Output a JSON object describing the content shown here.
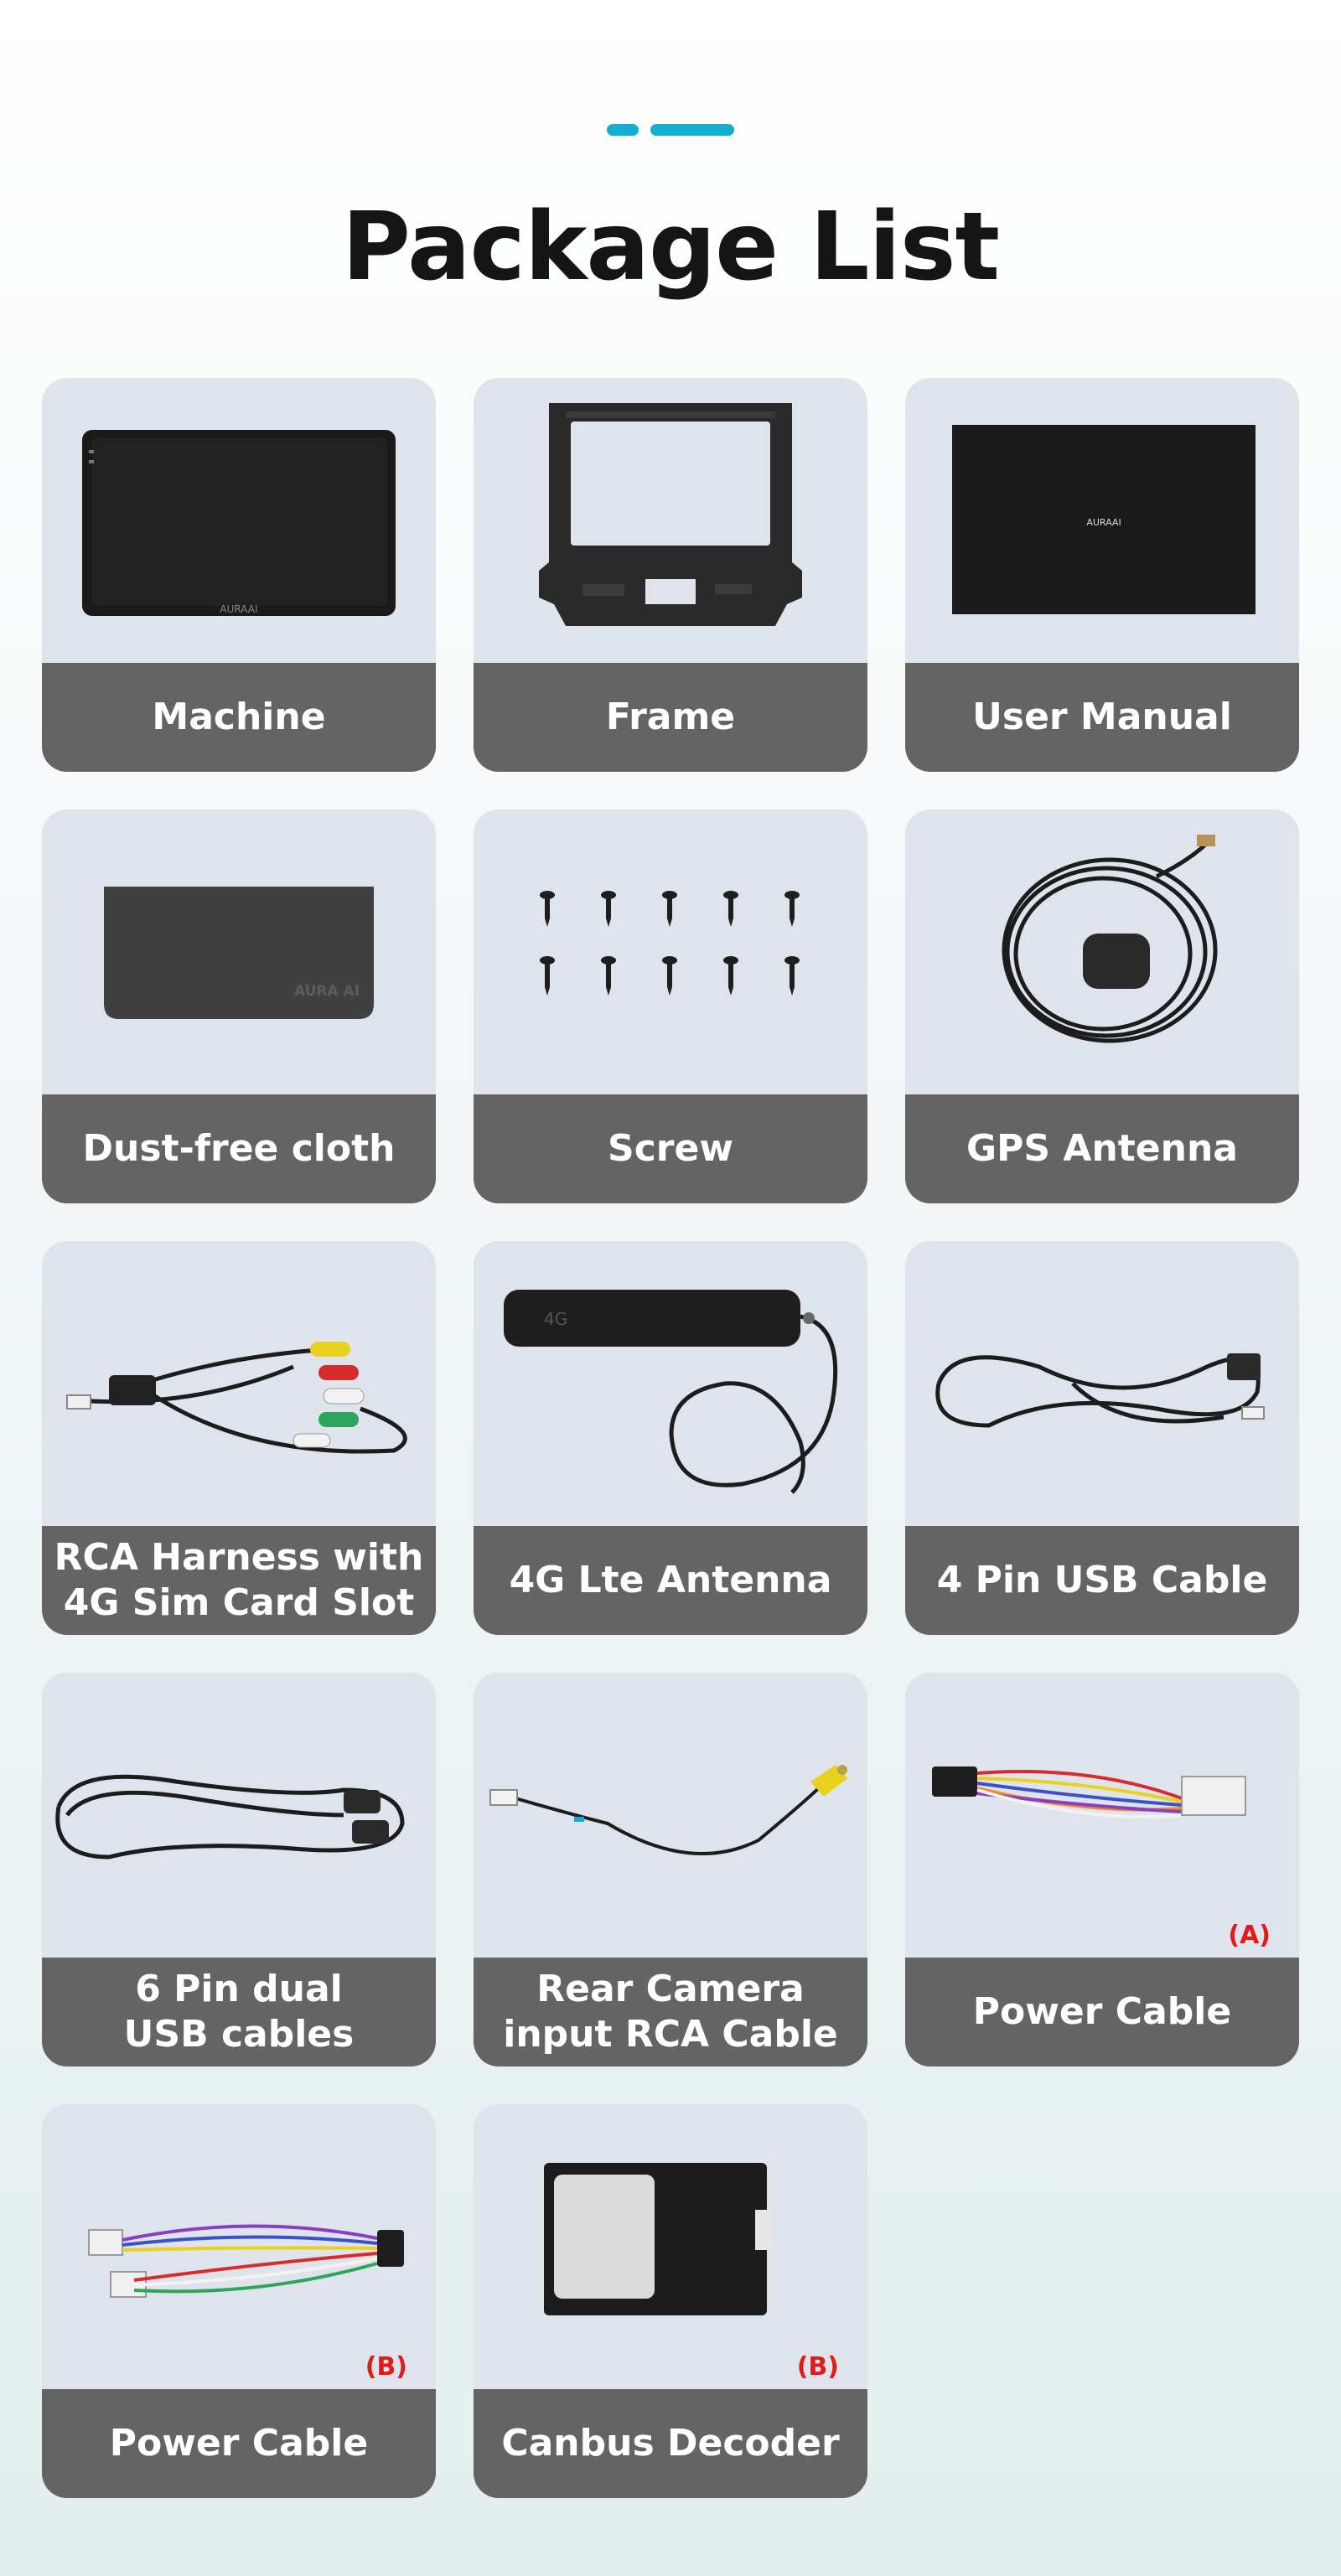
{
  "page_title": "Package List",
  "colors": {
    "accent": "#16aecf",
    "card_bg": "#dfe3ec",
    "label_bg": "#646464",
    "tag": "#e21a1a"
  },
  "items": [
    {
      "label": "Machine",
      "icon": "car-stereo-screen-icon",
      "brand": "AURAAI"
    },
    {
      "label": "Frame",
      "icon": "dash-frame-icon"
    },
    {
      "label": "User Manual",
      "icon": "manual-box-icon",
      "brand": "AURAAI"
    },
    {
      "label": "Dust-free cloth",
      "icon": "cloth-icon",
      "brand": "AURA AI"
    },
    {
      "label": "Screw",
      "icon": "screw-icon"
    },
    {
      "label": "GPS Antenna",
      "icon": "gps-antenna-icon"
    },
    {
      "label": "RCA Harness with\n4G Sim Card Slot",
      "icon": "rca-harness-icon"
    },
    {
      "label": "4G Lte Antenna",
      "icon": "lte-antenna-icon",
      "mark": "4G"
    },
    {
      "label": "4 Pin USB Cable",
      "icon": "usb-cable-icon"
    },
    {
      "label": "6 Pin dual\nUSB cables",
      "icon": "dual-usb-cable-icon"
    },
    {
      "label": "Rear Camera\ninput RCA Cable",
      "icon": "camera-rca-cable-icon"
    },
    {
      "label": "Power Cable",
      "icon": "power-cable-a-icon",
      "tag": "(A)"
    },
    {
      "label": "Power Cable",
      "icon": "power-cable-b-icon",
      "tag": "(B)"
    },
    {
      "label": "Canbus Decoder",
      "icon": "canbus-decoder-icon",
      "tag": "(B)"
    }
  ]
}
